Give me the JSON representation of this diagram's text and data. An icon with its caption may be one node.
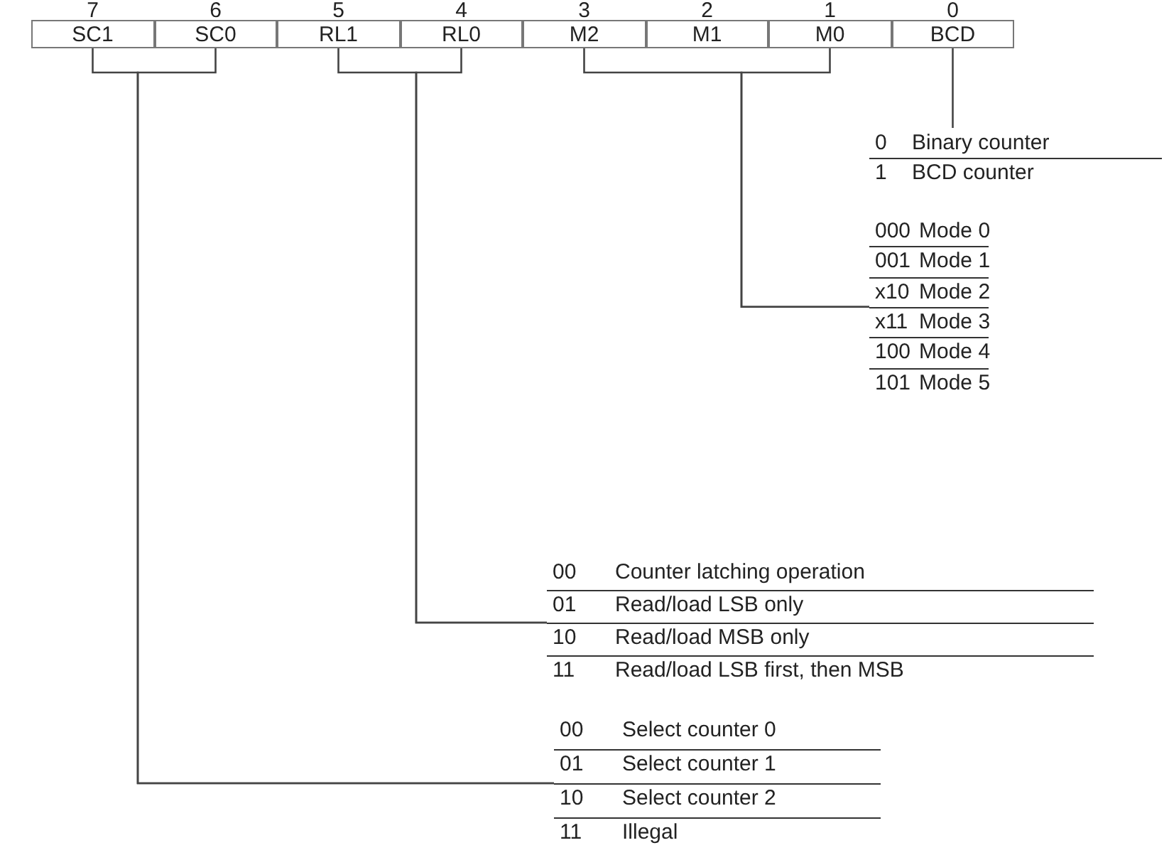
{
  "diagram": {
    "nodes": [
      {
        "text": [
          "SC1"
        ],
        "beside": [
          "7"
        ]
      },
      {
        "text": [
          "SC0"
        ],
        "beside": [
          "6"
        ]
      },
      {
        "text": [
          "RL1"
        ],
        "beside": [
          "5"
        ]
      },
      {
        "text": [
          "RL0"
        ],
        "beside": [
          "4"
        ]
      },
      {
        "text": [
          "M2"
        ],
        "beside": [
          "3"
        ]
      },
      {
        "text": [
          "M1"
        ],
        "beside": [
          "2"
        ]
      },
      {
        "text": [
          "M0"
        ],
        "beside": [
          "1"
        ]
      },
      {
        "text": [
          "BCD"
        ],
        "beside": [
          "0"
        ]
      },
      {
        "text": [
          "0",
          "Binary counter",
          "1",
          "BCD counter"
        ]
      },
      {
        "text": [
          "000",
          "Mode 0",
          "001",
          "Mode 1",
          "x10",
          "Mode 2",
          "x11",
          "Mode 3",
          "100",
          "Mode 4",
          "101",
          "Mode 5"
        ]
      },
      {
        "text": [
          "00",
          "Counter latching operation",
          "01",
          "Read/load LSB only",
          "10",
          "Read/load MSB only",
          "11",
          "Read/load LSB first, then MSB"
        ]
      },
      {
        "text": [
          "00",
          "Select counter 0",
          "01",
          "Select counter 1",
          "10",
          "Select counter 2",
          "11",
          "Illegal"
        ]
      }
    ],
    "edges": [
      {
        "from": 0,
        "to": 11,
        "arrow": "none"
      },
      {
        "from": 1,
        "to": 11,
        "arrow": "none"
      },
      {
        "from": 2,
        "to": 10,
        "arrow": "none"
      },
      {
        "from": 3,
        "to": 10,
        "arrow": "none"
      },
      {
        "from": 4,
        "to": 9,
        "arrow": "none"
      },
      {
        "from": 6,
        "to": 9,
        "arrow": "none"
      },
      {
        "from": 7,
        "to": 8,
        "arrow": "none"
      }
    ]
  }
}
